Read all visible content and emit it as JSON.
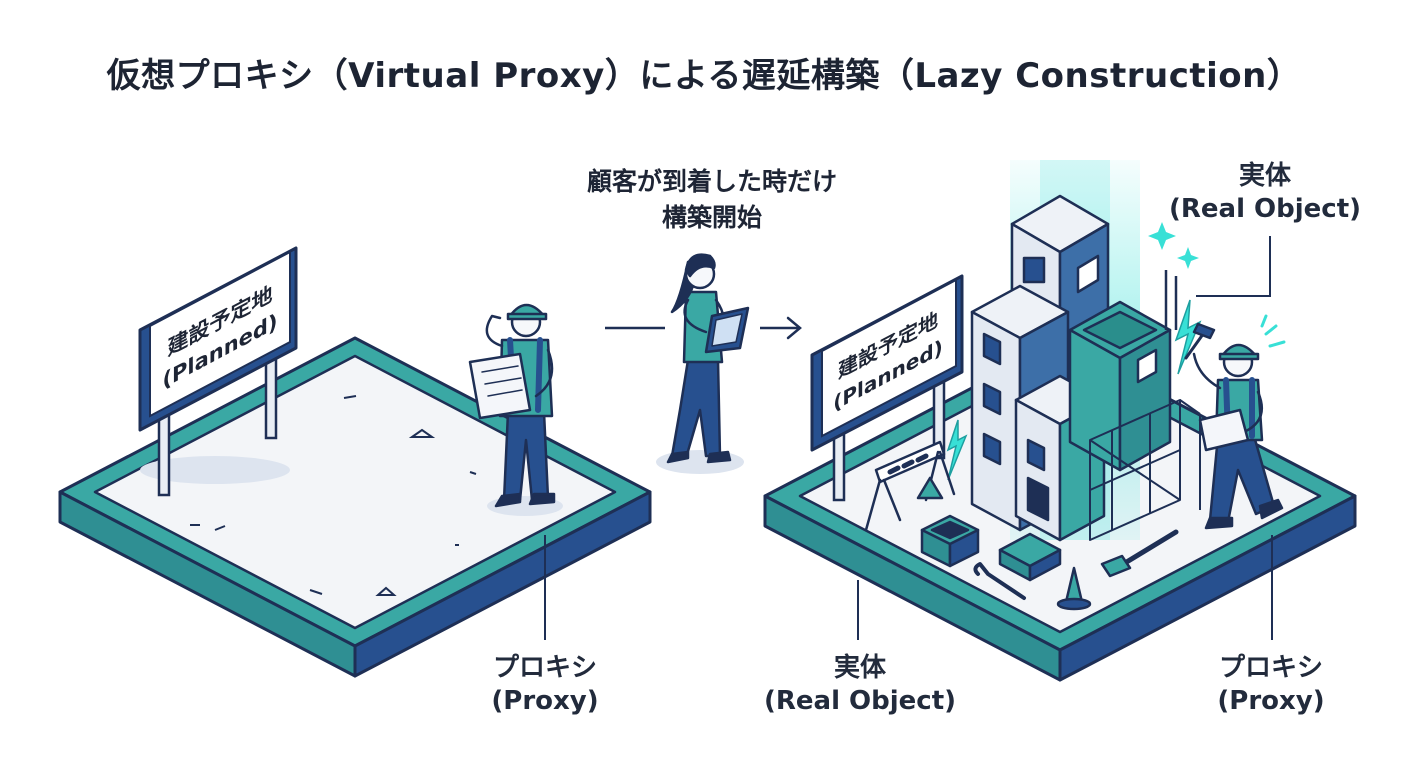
{
  "title": "仮想プロキシ（Virtual Proxy）による遅延構築（Lazy Construction）",
  "center_caption": {
    "line1": "顧客が到着した時だけ",
    "line2": "構築開始"
  },
  "left_sign": {
    "line1": "建設予定地",
    "line2": "(Planned)"
  },
  "right_sign": {
    "line1": "建設予定地",
    "line2": "(Planned)"
  },
  "label_proxy_left": {
    "line1": "プロキシ",
    "line2": "(Proxy)"
  },
  "label_real_bottom": {
    "line1": "実体",
    "line2": "(Real Object)"
  },
  "label_proxy_right": {
    "line1": "プロキシ",
    "line2": "(Proxy)"
  },
  "label_real_top": {
    "line1": "実体",
    "line2": "(Real Object)"
  },
  "colors": {
    "teal": "#3aa8a4",
    "navy": "#27508f",
    "outline": "#1e2f55",
    "glow": "#38e0d6",
    "ground": "#f3f5f8"
  }
}
